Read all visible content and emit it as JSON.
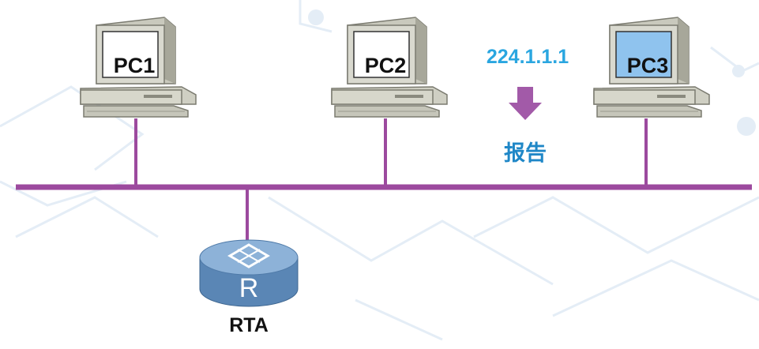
{
  "computers": [
    {
      "label": "PC1",
      "screen_color": "#ffffff"
    },
    {
      "label": "PC2",
      "screen_color": "#ffffff"
    },
    {
      "label": "PC3",
      "screen_color": "#8fc3ee"
    }
  ],
  "router": {
    "name": "RTA",
    "letter": "R"
  },
  "message": {
    "group_address": "224.1.1.1",
    "type_label": "报告"
  },
  "colors": {
    "bus": "#9c4a9e",
    "arrow": "#a25aa8",
    "address_text": "#2aa6e0",
    "report_text": "#1f87c7",
    "router_body": "#5a86b5",
    "router_top": "#8db2d8"
  }
}
